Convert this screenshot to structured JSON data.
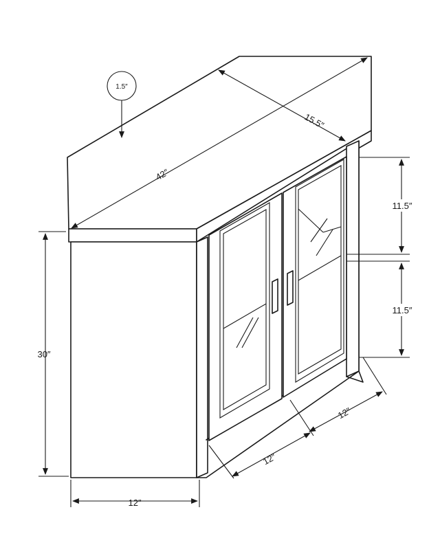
{
  "dimensions": {
    "top_thickness": "1.5″",
    "width": "42″",
    "depth": "15.5″",
    "height": "30″",
    "upper_shelf": "11.5″",
    "lower_shelf": "11.5″",
    "side_width": "12″",
    "front_left": "12″",
    "front_right": "12″"
  }
}
